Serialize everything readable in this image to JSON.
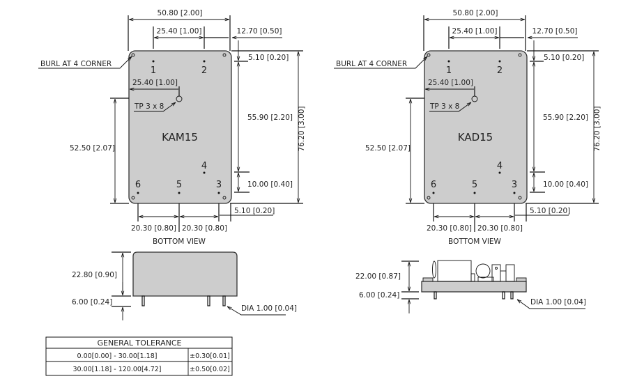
{
  "models": [
    "KAM15",
    "KAD15"
  ],
  "top_view": {
    "overall_width": "50.80 [2.00]",
    "pin_pitch_top": "25.40 [1.00]",
    "pin_offset_right": "12.70 [0.50]",
    "edge_top": "5.10 [0.20]",
    "pin_span_vertical": "55.90 [2.20]",
    "pin4_offset": "10.00 [0.40]",
    "overall_height": "76.20 [3.00]",
    "edge_bottom": "5.10 [0.20]",
    "tp_offset": "25.40 [1.00]",
    "tp_label": "TP 3 x 8",
    "burl_label": "BURL AT 4 CORNER",
    "tp_height": "52.50 [2.07]",
    "pin_pitch_bottom_left": "20.30 [0.80]",
    "pin_pitch_bottom_right": "20.30 [0.80]",
    "pins": [
      "1",
      "2",
      "4",
      "6",
      "5",
      "3"
    ],
    "caption": "BOTTOM VIEW"
  },
  "side_view_kam": {
    "height": "22.80 [0.90]",
    "pin_length": "6.00 [0.24]",
    "pin_dia": "DIA 1.00 [0.04]"
  },
  "side_view_kad": {
    "height": "22.00 [0.87]",
    "pin_length": "6.00 [0.24]",
    "pin_dia": "DIA 1.00 [0.04]"
  },
  "tolerance_table": {
    "title": "GENERAL TOLERANCE",
    "rows": [
      {
        "range": "0.00[0.00] - 30.00[1.18]",
        "tol": "±0.30[0.01]"
      },
      {
        "range": "30.00[1.18] - 120.00[4.72]",
        "tol": "±0.50[0.02]"
      }
    ]
  }
}
